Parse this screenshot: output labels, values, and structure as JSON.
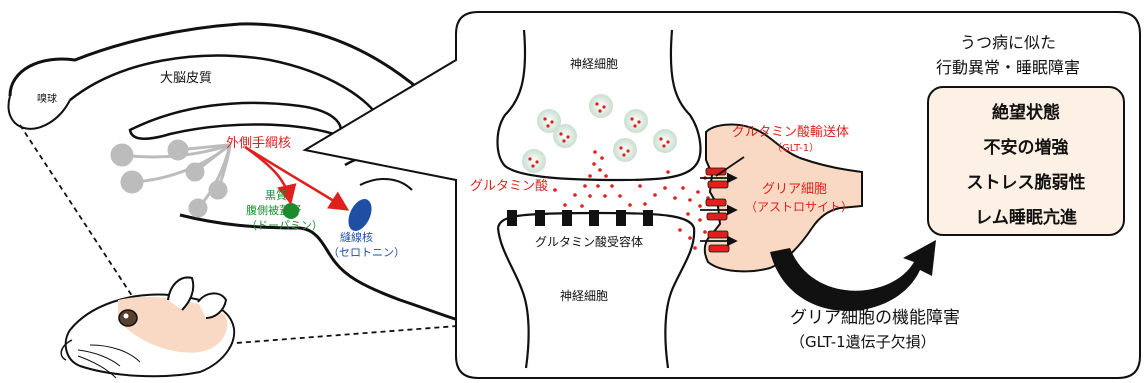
{
  "labels": {
    "cortex": "大脳皮質",
    "olfactory": "嗅球",
    "lateral_habenula": "外側手綱核",
    "substantia_nigra": "黒質",
    "vta": "腹側被蓋野",
    "dopamine": "（ドーパミン）",
    "raphe": "縫線核",
    "serotonin": "（セロトニン）",
    "neuron_top": "神経細胞",
    "neuron_bottom": "神経細胞",
    "glutamate": "グルタミン酸",
    "receptor": "グルタミン酸受容体",
    "transporter": "グルタミン酸輸送体",
    "glt1": "（GLT-1）",
    "glia": "グリア細胞",
    "astrocyte": "（アストロサイト）",
    "dysfunction": "グリア細胞の機能障害",
    "knockout": "（GLT-1遺伝子欠損）",
    "symptom_title_1": "うつ病に似た",
    "symptom_title_2": "行動異常・睡眠障害"
  },
  "symptoms": [
    "絶望状態",
    "不安の増強",
    "ストレス脆弱性",
    "レム睡眠亢進"
  ],
  "colors": {
    "red": "#e0201c",
    "green": "#1e8a2e",
    "blue": "#1f4fa3",
    "glia_fill": "#f9d9c3",
    "box_fill": "#fdf0e4"
  }
}
